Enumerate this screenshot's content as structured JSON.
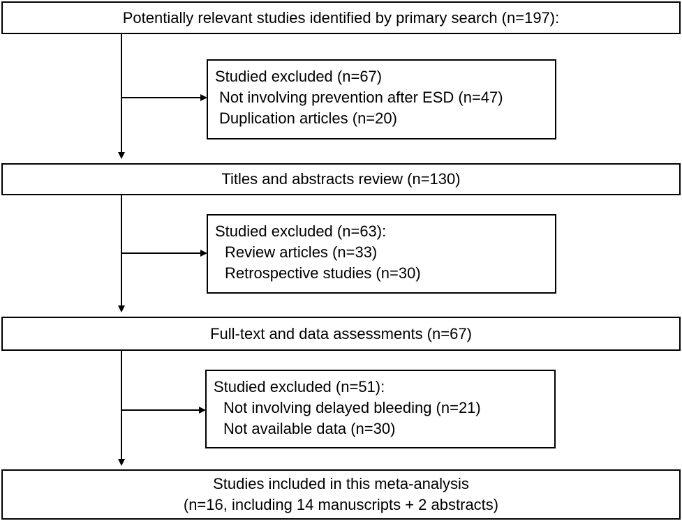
{
  "flow": {
    "step1": "Potentially relevant studies identified by primary search (n=197):",
    "exclude1": {
      "title": "Studied excluded (n=67)",
      "items": [
        "Not involving prevention after ESD (n=47)",
        "Duplication articles (n=20)"
      ]
    },
    "step2": "Titles and abstracts review (n=130)",
    "exclude2": {
      "title": "Studied excluded (n=63):",
      "items": [
        "Review articles (n=33)",
        "Retrospective studies (n=30)"
      ]
    },
    "step3": "Full-text and data assessments (n=67)",
    "exclude3": {
      "title": "Studied excluded (n=51):",
      "items": [
        "Not involving delayed bleeding (n=21)",
        "Not available data (n=30)"
      ]
    },
    "final": {
      "line1": "Studies included in this meta-analysis",
      "line2": "(n=16, including 14 manuscripts + 2 abstracts)"
    }
  }
}
